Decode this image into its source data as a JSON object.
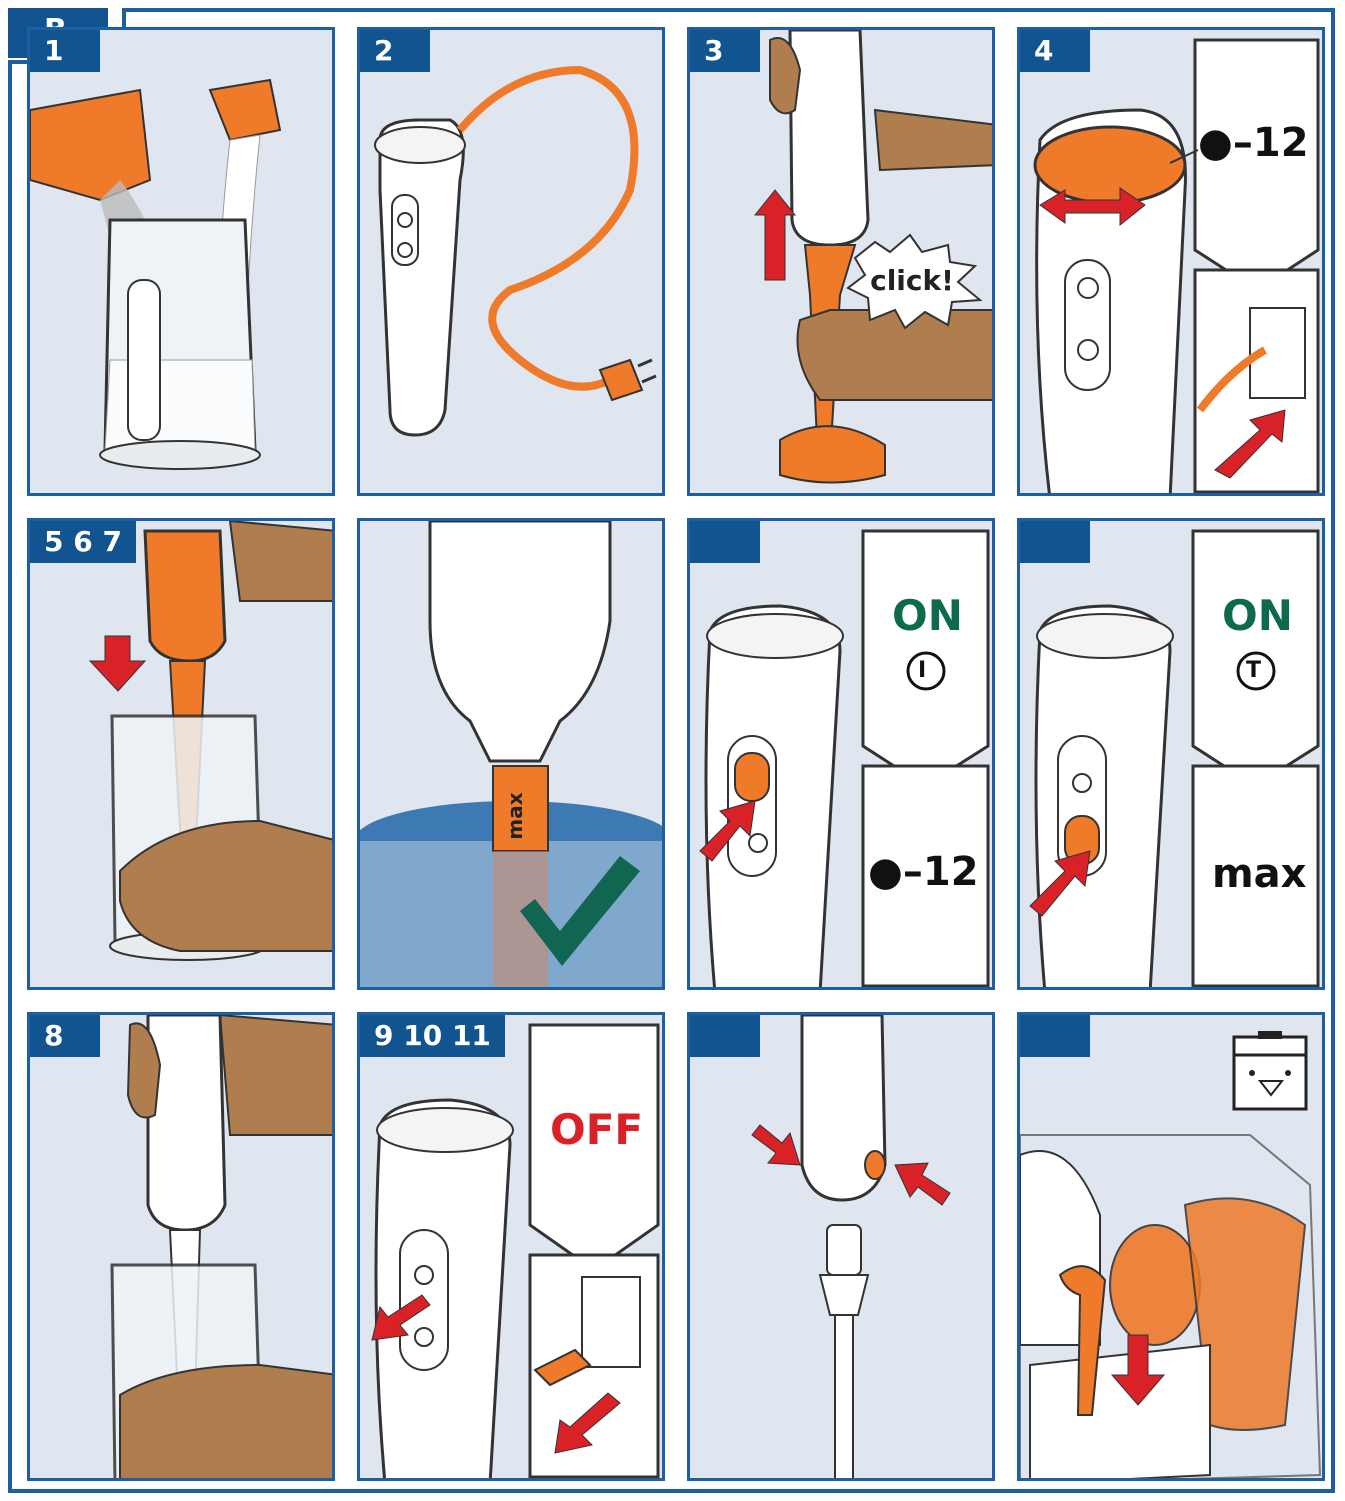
{
  "section_label": "B",
  "colors": {
    "frame_blue": "#1d5fa0",
    "label_blue": "#12548f",
    "panel_bg": "#dfe6f0",
    "accent_orange": "#ee7a2a",
    "arrow_red": "#d92128",
    "on_green": "#0d6a4f",
    "check_green": "#116651",
    "skin": "#b07d4f"
  },
  "steps": [
    {
      "label": "1"
    },
    {
      "label": "2"
    },
    {
      "label": "3",
      "callout": "click!"
    },
    {
      "label": "4",
      "speed_value": "●–12"
    },
    {
      "label": "5 6 7"
    },
    {
      "label": "",
      "marker": "max"
    },
    {
      "label": "",
      "status": "ON",
      "symbol": "I",
      "speed_value": "●–12"
    },
    {
      "label": "",
      "status": "ON",
      "symbol": "T",
      "speed_value": "max"
    },
    {
      "label": "8"
    },
    {
      "label": "9 10 11",
      "status": "OFF"
    },
    {
      "label": ""
    },
    {
      "label": ""
    }
  ]
}
